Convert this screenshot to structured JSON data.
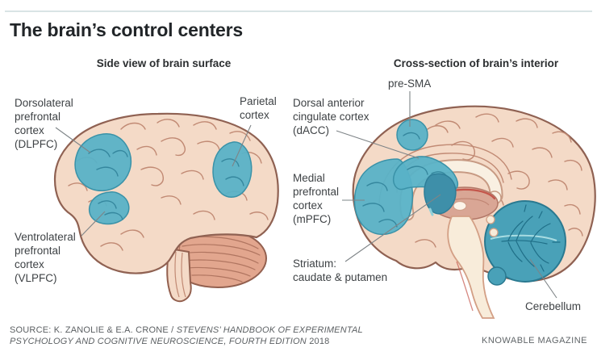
{
  "header": {
    "title": "The brain’s control centers"
  },
  "panels": {
    "left": {
      "subtitle": "Side view of brain surface",
      "labels": {
        "dlpfc": "Dorsolateral\nprefrontal\ncortex\n(DLPFC)",
        "parietal": "Parietal\ncortex",
        "vlpfc": "Ventrolateral\nprefrontal\ncortex\n(VLPFC)"
      }
    },
    "right": {
      "subtitle": "Cross-section of brain’s interior",
      "labels": {
        "pre_sma": "pre-SMA",
        "dacc": "Dorsal anterior\ncingulate cortex\n(dACC)",
        "mpfc": "Medial\nprefrontal\ncortex\n(mPFC)",
        "striatum": "Striatum:\ncaudate & putamen",
        "cerebellum": "Cerebellum"
      }
    }
  },
  "footer": {
    "source_prefix": "SOURCE: K. ZANOLIE & E.A. CRONE / ",
    "source_italic": "STEVENS’ HANDBOOK OF EXPERIMENTAL PSYCHOLOGY AND COGNITIVE NEUROSCIENCE, FOURTH EDITION",
    "source_year": " 2018",
    "brand": "KNOWABLE MAGAZINE"
  },
  "colors": {
    "highlight_teal": "#58b2c7",
    "highlight_teal_dark": "#3e8fa9",
    "cerebellum_teal": "#49a1b8",
    "brain_fill": "#f4dac7",
    "brain_outline": "#8f6152",
    "accent_rule": "#d9e4e5"
  }
}
